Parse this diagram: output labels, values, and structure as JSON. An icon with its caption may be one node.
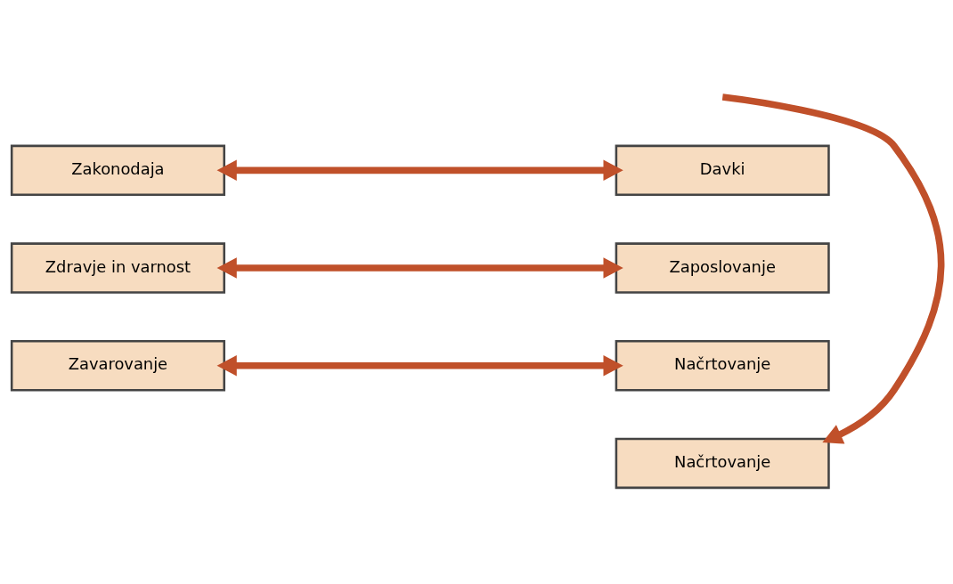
{
  "diagram": {
    "nodes": [
      {
        "text": [
          "Zakonodaja"
        ]
      },
      {
        "text": [
          "Davki"
        ]
      },
      {
        "text": [
          "Zdravje in varnost"
        ]
      },
      {
        "text": [
          "Zaposlovanje"
        ]
      },
      {
        "text": [
          "Zavarovanje"
        ]
      },
      {
        "text": [
          "Načrtovanje"
        ]
      },
      {
        "text": [
          "Načrtovanje"
        ]
      }
    ],
    "edges": [
      {
        "from": 0,
        "to": 1,
        "arrow": "both"
      },
      {
        "from": 2,
        "to": 3,
        "arrow": "both"
      },
      {
        "from": 4,
        "to": 5,
        "arrow": "both"
      },
      {
        "from": null,
        "to": 6,
        "arrow": "to"
      }
    ]
  }
}
